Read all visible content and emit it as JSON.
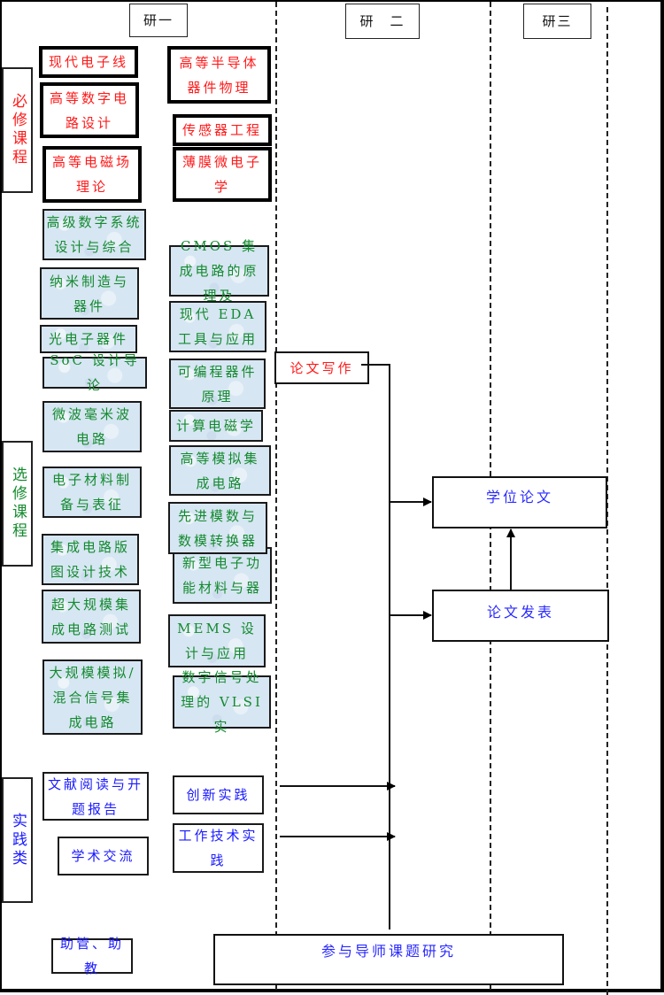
{
  "headers": {
    "year1": "研一",
    "year2": "研　二",
    "year3": "研三"
  },
  "categories": {
    "required": "必修课程",
    "elective": "选修课程",
    "practice": "实践类"
  },
  "required_courses": {
    "col1": [
      "现代电子线",
      "高等数字电路设计",
      "高等电磁场理论"
    ],
    "col2": [
      "高等半导体器件物理",
      "传感器工程",
      "薄膜微电子学"
    ]
  },
  "elective_courses": {
    "col1": [
      "高级数字系统设计与综合",
      "纳米制造与器件",
      "光电子器件",
      "SoC 设计导论",
      "微波毫米波电路",
      "电子材料制备与表征",
      "集成电路版图设计技术",
      "超大规模集成电路测试",
      "大规模模拟/混合信号集成电路"
    ],
    "col2": [
      "CMOS 集成电路的原理及",
      "现代 EDA 工具与应用",
      "可编程器件原理",
      "计算电磁学",
      "高等模拟集成电路",
      "先进模数与数模转换器",
      "新型电子功能材料与器",
      "MEMS 设计与应用",
      "数字信号处理的 VLSI 实"
    ]
  },
  "practice": {
    "col1": [
      "文献阅读与开题报告",
      "学术交流"
    ],
    "col2": [
      "创新实践",
      "工作技术实践"
    ]
  },
  "assistant": "助管、助教",
  "thesis_writing": "论文写作",
  "degree_thesis": "学位论文",
  "publication": "论文发表",
  "research": "参与导师课题研究",
  "colors": {
    "required_text": "#ff1a1a",
    "elective_text": "#138a2e",
    "elective_fill": "#d7e6f3",
    "practice_text": "#1a1aff"
  }
}
